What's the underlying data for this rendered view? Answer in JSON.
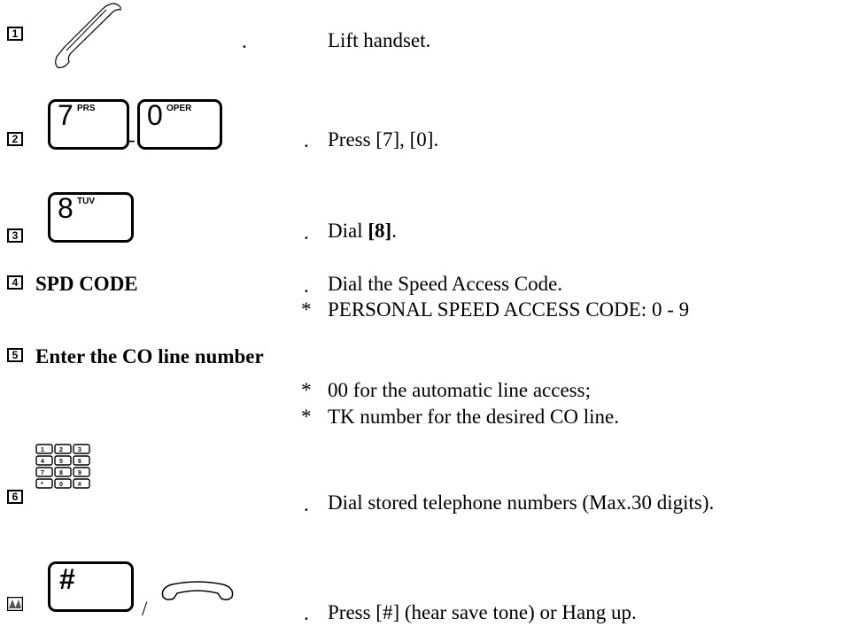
{
  "steps": [
    {
      "num": "1",
      "desc": "Lift handset."
    },
    {
      "num": "2",
      "key1_digit": "7",
      "key1_sup": "PRS",
      "separator": "-",
      "key2_digit": "0",
      "key2_sup": "OPER",
      "desc": "Press [7], [0]."
    },
    {
      "num": "3",
      "key_digit": "8",
      "key_sup": "TUV",
      "desc_prefix": "Dial ",
      "desc_bold": "[8]",
      "desc_suffix": "."
    },
    {
      "num": "4",
      "label": "SPD CODE",
      "desc": "Dial the Speed Access Code.",
      "note": "PERSONAL SPEED ACCESS CODE: 0 - 9"
    },
    {
      "num": "5",
      "label": "Enter the CO line number",
      "notes": [
        "00 for the automatic line access;",
        "TK number for the desired CO line."
      ]
    },
    {
      "num": "6",
      "desc": "Dial stored telephone numbers (Max.30 digits)."
    },
    {
      "key_digit": "#",
      "separator": "/",
      "desc": "Press [#] (hear save tone) or Hang up."
    }
  ],
  "dot": ".",
  "star": "*",
  "keypad": {
    "rows": [
      [
        "1",
        "2",
        "3"
      ],
      [
        "4",
        "5",
        "6"
      ],
      [
        "7",
        "8",
        "9"
      ],
      [
        "*",
        "0",
        "#"
      ]
    ]
  }
}
